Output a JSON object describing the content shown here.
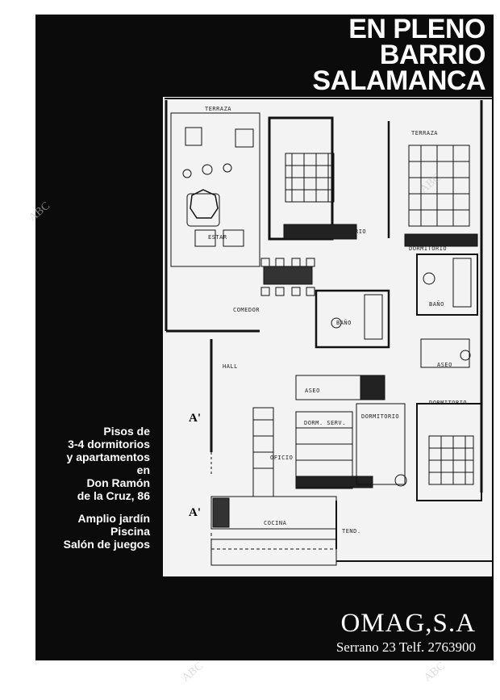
{
  "headline": [
    "EN PLENO",
    "BARRIO",
    "SALAMANCA"
  ],
  "plan_labels": {
    "terraza_left": "TERRAZA",
    "terraza_right": "TERRAZA",
    "estar": "ESTAR",
    "dormitorio_1": "DORMITORIO",
    "dormitorio_2": "DORMITORIO",
    "comedor": "COMEDOR",
    "bano_1": "BAÑO",
    "bano_2": "BAÑO",
    "aseo_1": "ASEO",
    "aseo_2": "ASEO",
    "hall": "HALL",
    "dormitorio_3": "DORMITORIO",
    "dormitorio_4": "DORMITORIO",
    "dorm_serv": "DORM. SERV.",
    "oficio": "OFICIO",
    "cocina": "COCINA",
    "tend": "TEND."
  },
  "apt_marks": [
    "A'",
    "A'"
  ],
  "features": [
    "Pisos de",
    "3-4 dormitorios",
    "y apartamentos",
    "en",
    "Don Ramón",
    "de la Cruz, 86"
  ],
  "amenities": [
    "Amplio jardín",
    "Piscina",
    "Salón de juegos"
  ],
  "company": "OMAG,S.A",
  "address": "Serrano 23 Telf. 2763900",
  "watermark": "ABC"
}
